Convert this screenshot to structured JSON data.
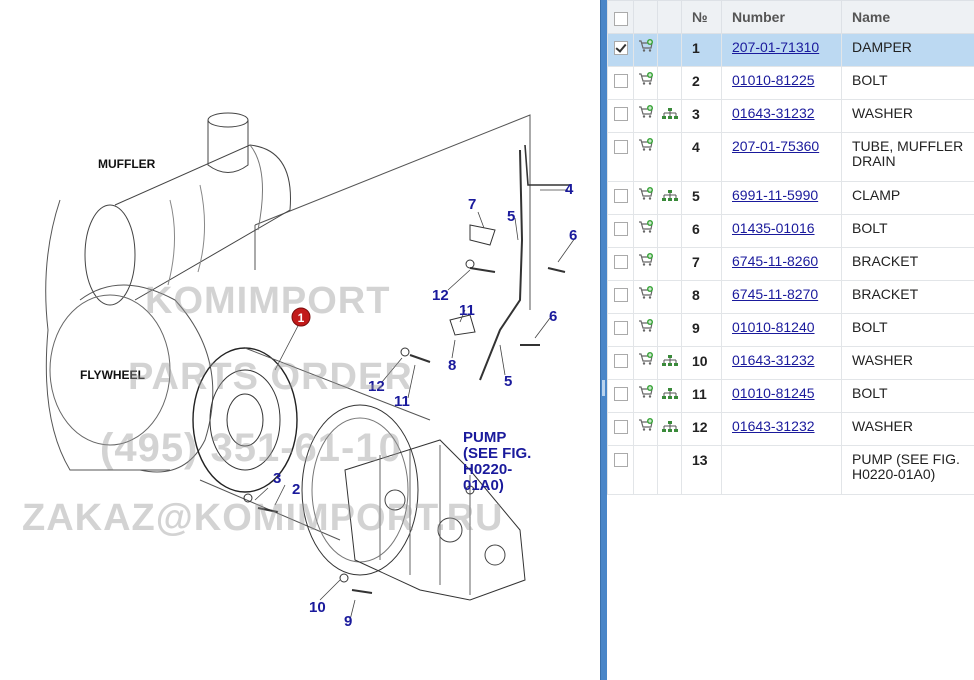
{
  "diagram": {
    "labels": {
      "muffler": "MUFFLER",
      "flywheel": "FLYWHEEL"
    },
    "pump_label": "PUMP (SEE FIG. H0220-01A0)",
    "callouts": [
      "1",
      "2",
      "3",
      "4",
      "5",
      "5",
      "6",
      "6",
      "7",
      "8",
      "9",
      "10",
      "11",
      "11",
      "12",
      "12"
    ],
    "watermark": [
      "KOMIMPORT",
      "PARTS ORDER",
      "(495) 351-61-10",
      "ZAKAZ@KOMIMPORT.RU"
    ]
  },
  "table": {
    "headers": {
      "no": "№",
      "number": "Number",
      "name": "Name"
    },
    "rows": [
      {
        "no": "1",
        "number": "207-01-71310",
        "name": "DAMPER",
        "cart": true,
        "tree": false,
        "selected": true
      },
      {
        "no": "2",
        "number": "01010-81225",
        "name": "BOLT",
        "cart": true,
        "tree": false
      },
      {
        "no": "3",
        "number": "01643-31232",
        "name": "WASHER",
        "cart": true,
        "tree": true
      },
      {
        "no": "4",
        "number": "207-01-75360",
        "name": "TUBE, MUFFLER DRAIN",
        "cart": true,
        "tree": false,
        "tall": true
      },
      {
        "no": "5",
        "number": "6991-11-5990",
        "name": "CLAMP",
        "cart": true,
        "tree": true
      },
      {
        "no": "6",
        "number": "01435-01016",
        "name": "BOLT",
        "cart": true,
        "tree": false
      },
      {
        "no": "7",
        "number": "6745-11-8260",
        "name": "BRACKET",
        "cart": true,
        "tree": false
      },
      {
        "no": "8",
        "number": "6745-11-8270",
        "name": "BRACKET",
        "cart": true,
        "tree": false
      },
      {
        "no": "9",
        "number": "01010-81240",
        "name": "BOLT",
        "cart": true,
        "tree": false
      },
      {
        "no": "10",
        "number": "01643-31232",
        "name": "WASHER",
        "cart": true,
        "tree": true
      },
      {
        "no": "11",
        "number": "01010-81245",
        "name": "BOLT",
        "cart": true,
        "tree": true
      },
      {
        "no": "12",
        "number": "01643-31232",
        "name": "WASHER",
        "cart": true,
        "tree": true
      },
      {
        "no": "13",
        "number": "",
        "name": "PUMP (SEE FIG. H0220-01A0)",
        "cart": false,
        "tree": false,
        "tall": true
      }
    ]
  }
}
